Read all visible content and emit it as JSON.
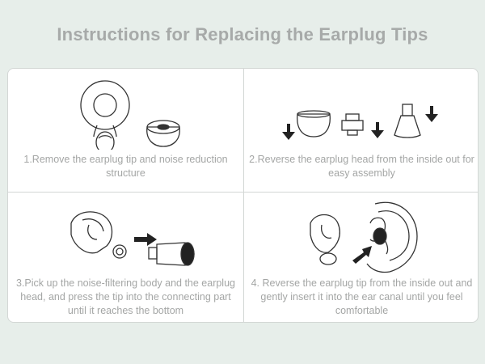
{
  "title": "Instructions for Replacing the Earplug Tips",
  "steps": [
    {
      "caption": "1.Remove the earplug tip and noise reduction structure",
      "illustration": "earplug-removal-icon"
    },
    {
      "caption": "2.Reverse the earplug head from the inside out for easy assembly",
      "illustration": "tip-reversal-icon"
    },
    {
      "caption": "3.Pick up the noise-filtering body and the earplug head, and press the tip into the connecting part until it reaches the bottom",
      "illustration": "tip-press-icon"
    },
    {
      "caption": "4. Reverse the earplug tip from the inside out and gently insert it into the ear canal until you feel comfortable",
      "illustration": "ear-insert-icon"
    }
  ],
  "colors": {
    "background": "#e7eeea",
    "line_art": "#333333",
    "caption_text": "#a4a6a5",
    "title_text": "#a7aaa9"
  }
}
